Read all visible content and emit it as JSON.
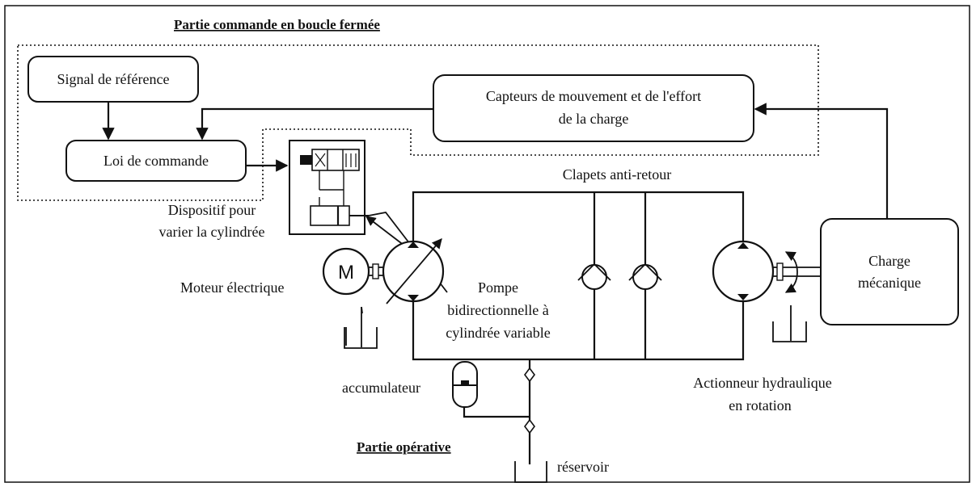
{
  "labels": {
    "control_section": "Partie commande en boucle fermée",
    "reference_signal": "Signal de référence",
    "sensors_line1": "Capteurs de mouvement et de l'effort",
    "sensors_line2": "de la charge",
    "control_law": "Loi de commande",
    "check_valves": "Clapets anti-retour",
    "displacement_device_line1": "Dispositif pour",
    "displacement_device_line2": "varier la cylindrée",
    "electric_motor": "Moteur électrique",
    "motor_symbol": "M",
    "pump_line1": "Pompe",
    "pump_line2": "bidirectionnelle à",
    "pump_line3": "cylindrée variable",
    "mechanical_load_line1": "Charge",
    "mechanical_load_line2": "mécanique",
    "accumulator": "accumulateur",
    "actuator_line1": "Actionneur hydraulique",
    "actuator_line2": "en rotation",
    "operative_section": "Partie opérative",
    "reservoir": "réservoir"
  }
}
